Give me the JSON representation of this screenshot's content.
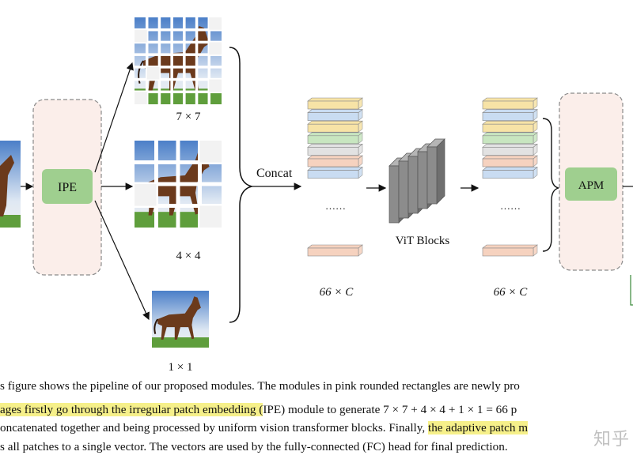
{
  "figure": {
    "ipe_label": "IPE",
    "apm_label": "APM",
    "concat_label": "Concat",
    "vit_label": "ViT Blocks",
    "ellipsis_1": "……",
    "ellipsis_2": "……",
    "grid_labels": [
      "7 × 7",
      "4 × 4",
      "1 × 1"
    ],
    "size_label_1": "66 × C",
    "size_label_2": "66 × C",
    "colors": {
      "module_fill": "#fbeeea",
      "module_border": "#8a8a8a",
      "green": "#9fcf8f",
      "vit_block": "#8c8c8c",
      "token_colors": [
        "#f7e3a6",
        "#c9dcf2",
        "#f7e3a6",
        "#c8e6c0",
        "#e2e2e2",
        "#f6d2bf",
        "#c9dcf2"
      ],
      "token_last": "#f6d2bf"
    }
  },
  "caption": {
    "line1_a": "s figure shows the pipeline of our proposed modules. The modules in pink rounded rectangles are newly pro",
    "line2_hl": "ages firstly go through the irregular patch embedding (",
    "line2_b": "IPE) module to generate 7 × 7 + 4 × 4 + 1 × 1 = 66 p",
    "line3_a": "oncatenated together and being processed by uniform vision transformer blocks. Finally, ",
    "line3_hl": "the adaptive patch m",
    "line4_a": "s all patches to a single vector. The vectors are used by the fully-connected (FC) head for final predictio",
    "line4_b": "n."
  },
  "watermark": "知乎"
}
